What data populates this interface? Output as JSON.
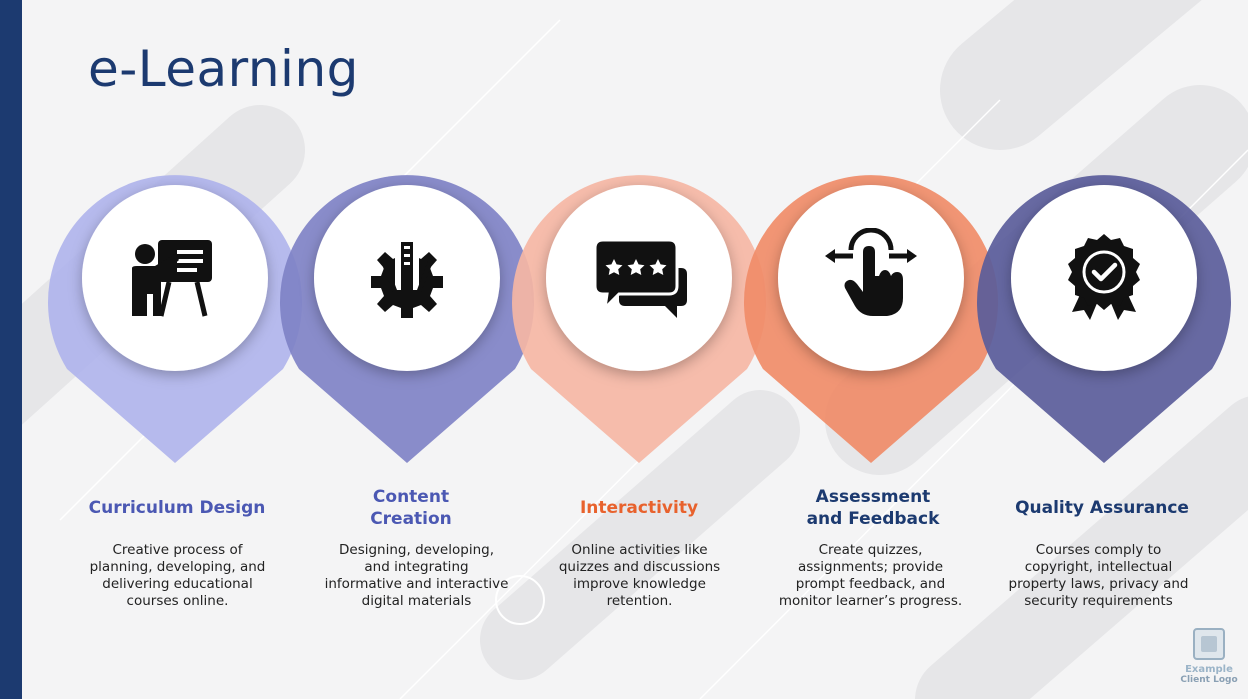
{
  "slide": {
    "title": "e-Learning"
  },
  "steps": [
    {
      "title_lines": [
        "Curriculum Design"
      ],
      "description_lines": [
        "Creative process of",
        "planning, developing, and",
        "delivering educational",
        "courses online."
      ],
      "color": "#b0b4ec",
      "title_color": "#4b58b3",
      "icon": "teacher-board-icon"
    },
    {
      "title_lines": [
        "Content",
        "Creation"
      ],
      "description_lines": [
        "Designing, developing,",
        "and integrating",
        "informative and interactive",
        "digital materials"
      ],
      "color": "#7f82c5",
      "title_color": "#4b58b3",
      "icon": "creative-gear-icon"
    },
    {
      "title_lines": [
        "Interactivity"
      ],
      "description_lines": [
        "Online activities like",
        "quizzes and discussions",
        "improve knowledge",
        "retention."
      ],
      "color": "#f5b6a4",
      "title_color": "#e8622d",
      "icon": "chat-rating-icon"
    },
    {
      "title_lines": [
        "Assessment",
        "and Feedback"
      ],
      "description_lines": [
        "Create quizzes,",
        "assignments; provide",
        "prompt feedback, and",
        "monitor learner’s progress."
      ],
      "color": "#f08c68",
      "title_color": "#1c3a70",
      "icon": "swipe-hand-icon"
    },
    {
      "title_lines": [
        "Quality Assurance"
      ],
      "description_lines": [
        "Courses comply to",
        "copyright, intellectual",
        "property laws, privacy and",
        "security requirements"
      ],
      "color": "#5a5c9a",
      "title_color": "#1c3a70",
      "icon": "quality-badge-icon"
    }
  ],
  "logo": {
    "line1": "Example",
    "line2": "Client Logo"
  }
}
